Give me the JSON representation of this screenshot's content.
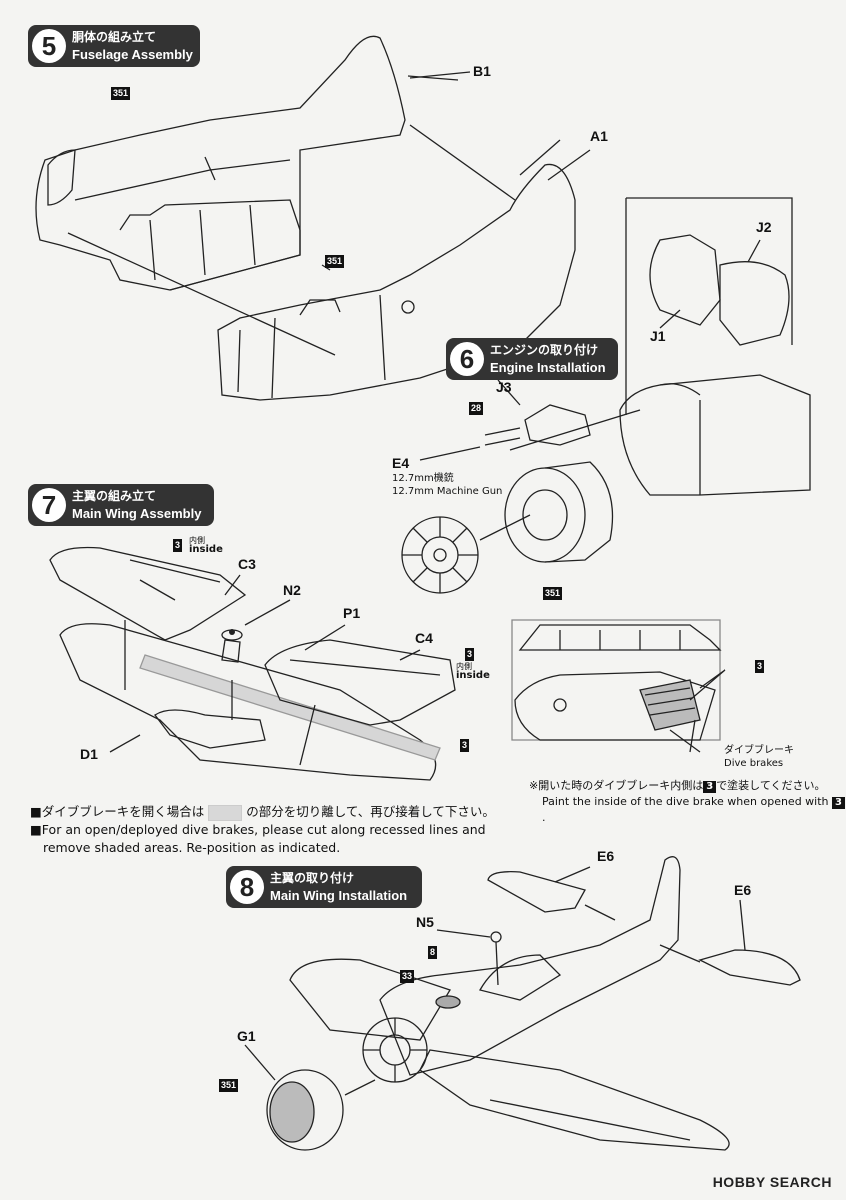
{
  "steps": {
    "s5": {
      "num": "5",
      "jp": "胴体の組み立て",
      "en": "Fuselage Assembly"
    },
    "s6": {
      "num": "6",
      "jp": "エンジンの取り付け",
      "en": "Engine Installation"
    },
    "s7": {
      "num": "7",
      "jp": "主翼の組み立て",
      "en": "Main Wing Assembly"
    },
    "s8": {
      "num": "8",
      "jp": "主翼の取り付け",
      "en": "Main Wing Installation"
    }
  },
  "parts": {
    "B1": "B1",
    "A1": "A1",
    "J2": "J2",
    "J1": "J1",
    "J3": "J3",
    "E4": "E4",
    "C3": "C3",
    "N2": "N2",
    "P1": "P1",
    "C4": "C4",
    "D1": "D1",
    "E6a": "E6",
    "E6b": "E6",
    "N5": "N5",
    "G1": "G1"
  },
  "colors": {
    "c351": "351",
    "c28": "28",
    "c3": "3",
    "c8": "8",
    "c33": "33"
  },
  "texts": {
    "gun_jp": "12.7mm機銃",
    "gun_en": "12.7mm Machine Gun",
    "inside_jp": "内側",
    "inside_en": "inside",
    "dive_jp": "ダイブブレーキ",
    "dive_en": "Dive brakes",
    "note_paint_jp_pre": "※開いた時のダイブブレーキ内側は",
    "note_paint_jp_post": "で塗装してください。",
    "note_paint_en_pre": "Paint the inside of the dive brake when opened with",
    "note_open_jp_pre": "■ダイブブレーキを開く場合は",
    "note_open_jp_post": "の部分を切り離して、再び接着して下さい。",
    "note_open_en_1": "■For an open/deployed dive brakes, please cut along recessed lines and",
    "note_open_en_2": "remove shaded areas. Re-position as indicated.",
    "watermark": "HOBBY SEARCH"
  }
}
